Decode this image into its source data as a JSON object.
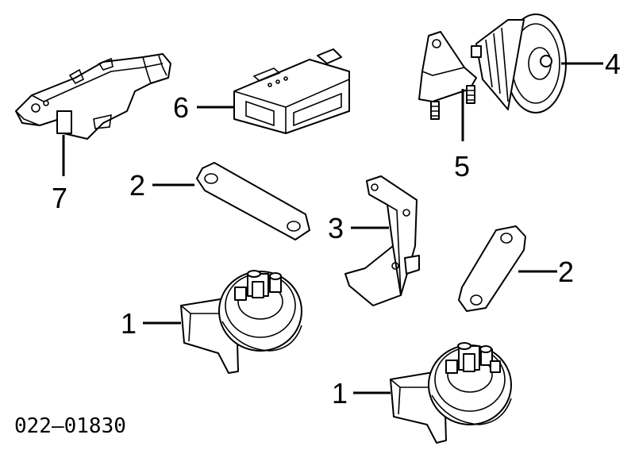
{
  "diagram": {
    "callouts": [
      {
        "id": "horn-left",
        "label": "1"
      },
      {
        "id": "horn-right",
        "label": "1"
      },
      {
        "id": "bracket-upper",
        "label": "2"
      },
      {
        "id": "bracket-right",
        "label": "2"
      },
      {
        "id": "mount-bracket",
        "label": "3"
      },
      {
        "id": "disc-horn",
        "label": "4"
      },
      {
        "id": "horn-bracket",
        "label": "5"
      },
      {
        "id": "control-module",
        "label": "6"
      },
      {
        "id": "switch-assembly",
        "label": "7"
      }
    ],
    "drawing_code": "022–01830"
  }
}
